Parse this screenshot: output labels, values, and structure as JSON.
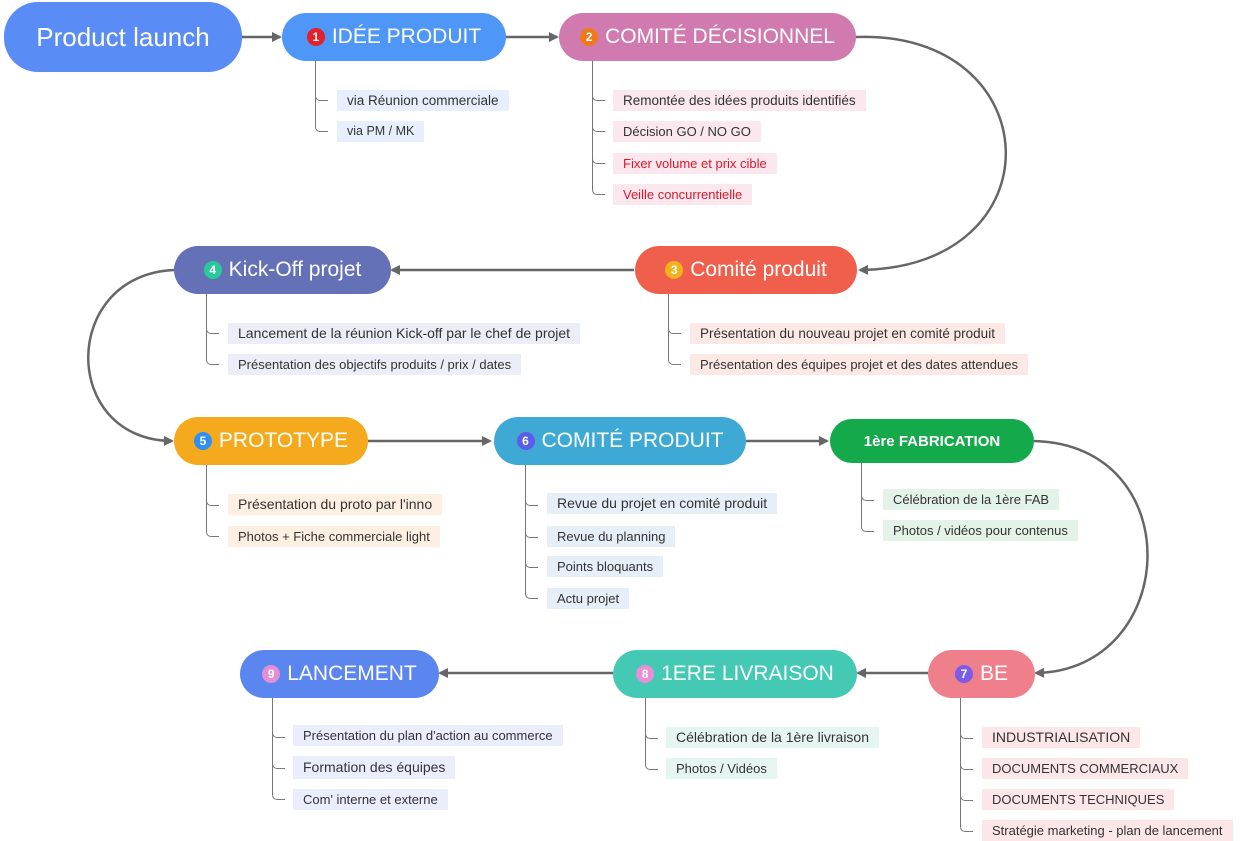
{
  "root": {
    "label": "Product launch"
  },
  "steps": [
    {
      "num": "1",
      "label": "IDÉE PRODUIT",
      "color": "#4e97f6",
      "badge": "#e6202a",
      "items": [
        {
          "text": "via Réunion commerciale"
        },
        {
          "text": "via PM / MK"
        }
      ]
    },
    {
      "num": "2",
      "label": "COMITÉ DÉCISIONNEL",
      "color": "#d07ab0",
      "badge": "#f07a1a",
      "items": [
        {
          "text": "Remontée des idées produits identifiés"
        },
        {
          "text": "Décision GO / NO GO"
        },
        {
          "text": "Fixer volume et prix cible",
          "red": true
        },
        {
          "text": "Veille concurrentielle",
          "red": true
        }
      ]
    },
    {
      "num": "3",
      "label": "Comité produit",
      "color": "#ef5f4b",
      "badge": "#f1b21c",
      "items": [
        {
          "text": "Présentation du nouveau projet en comité produit"
        },
        {
          "text": "Présentation des équipes projet et des dates attendues"
        }
      ]
    },
    {
      "num": "4",
      "label": "Kick-Off projet",
      "color": "#6471b6",
      "badge": "#28c99a",
      "items": [
        {
          "text": "Lancement de la réunion Kick-off par le chef de projet"
        },
        {
          "text": "Présentation des objectifs produits / prix / dates"
        }
      ]
    },
    {
      "num": "5",
      "label": "PROTOTYPE",
      "color": "#f5aa1e",
      "badge": "#2f8ff2",
      "items": [
        {
          "text": "Présentation du proto par l'inno"
        },
        {
          "text": "Photos + Fiche commerciale light"
        }
      ]
    },
    {
      "num": "6",
      "label": "COMITÉ PRODUIT",
      "color": "#3fa9d6",
      "badge": "#5a5de8",
      "items": [
        {
          "text": "Revue du projet en comité produit"
        },
        {
          "text": "Revue du planning"
        },
        {
          "text": "Points bloquants"
        },
        {
          "text": "Actu projet"
        }
      ]
    },
    {
      "num": "",
      "label": "1ère FABRICATION",
      "color": "#14a94a",
      "badge": "",
      "items": [
        {
          "text": "Célébration de la 1ère FAB"
        },
        {
          "text": "Photos / vidéos pour contenus"
        }
      ]
    },
    {
      "num": "7",
      "label": "BE",
      "color": "#f07f8c",
      "badge": "#7c5be8",
      "items": [
        {
          "text": "INDUSTRIALISATION"
        },
        {
          "text": "DOCUMENTS COMMERCIAUX"
        },
        {
          "text": "DOCUMENTS TECHNIQUES"
        },
        {
          "text": "Stratégie marketing - plan de lancement"
        }
      ]
    },
    {
      "num": "8",
      "label": "1ERE LIVRAISON",
      "color": "#44c9b5",
      "badge": "#e88fd8",
      "items": [
        {
          "text": "Célébration de la 1ère livraison"
        },
        {
          "text": "Photos / Vidéos"
        }
      ]
    },
    {
      "num": "9",
      "label": "LANCEMENT",
      "color": "#5c86ef",
      "badge": "#e28fd5",
      "items": [
        {
          "text": "Présentation du plan d'action au commerce"
        },
        {
          "text": "Formation des équipes"
        },
        {
          "text": "Com' interne et externe"
        }
      ]
    }
  ]
}
